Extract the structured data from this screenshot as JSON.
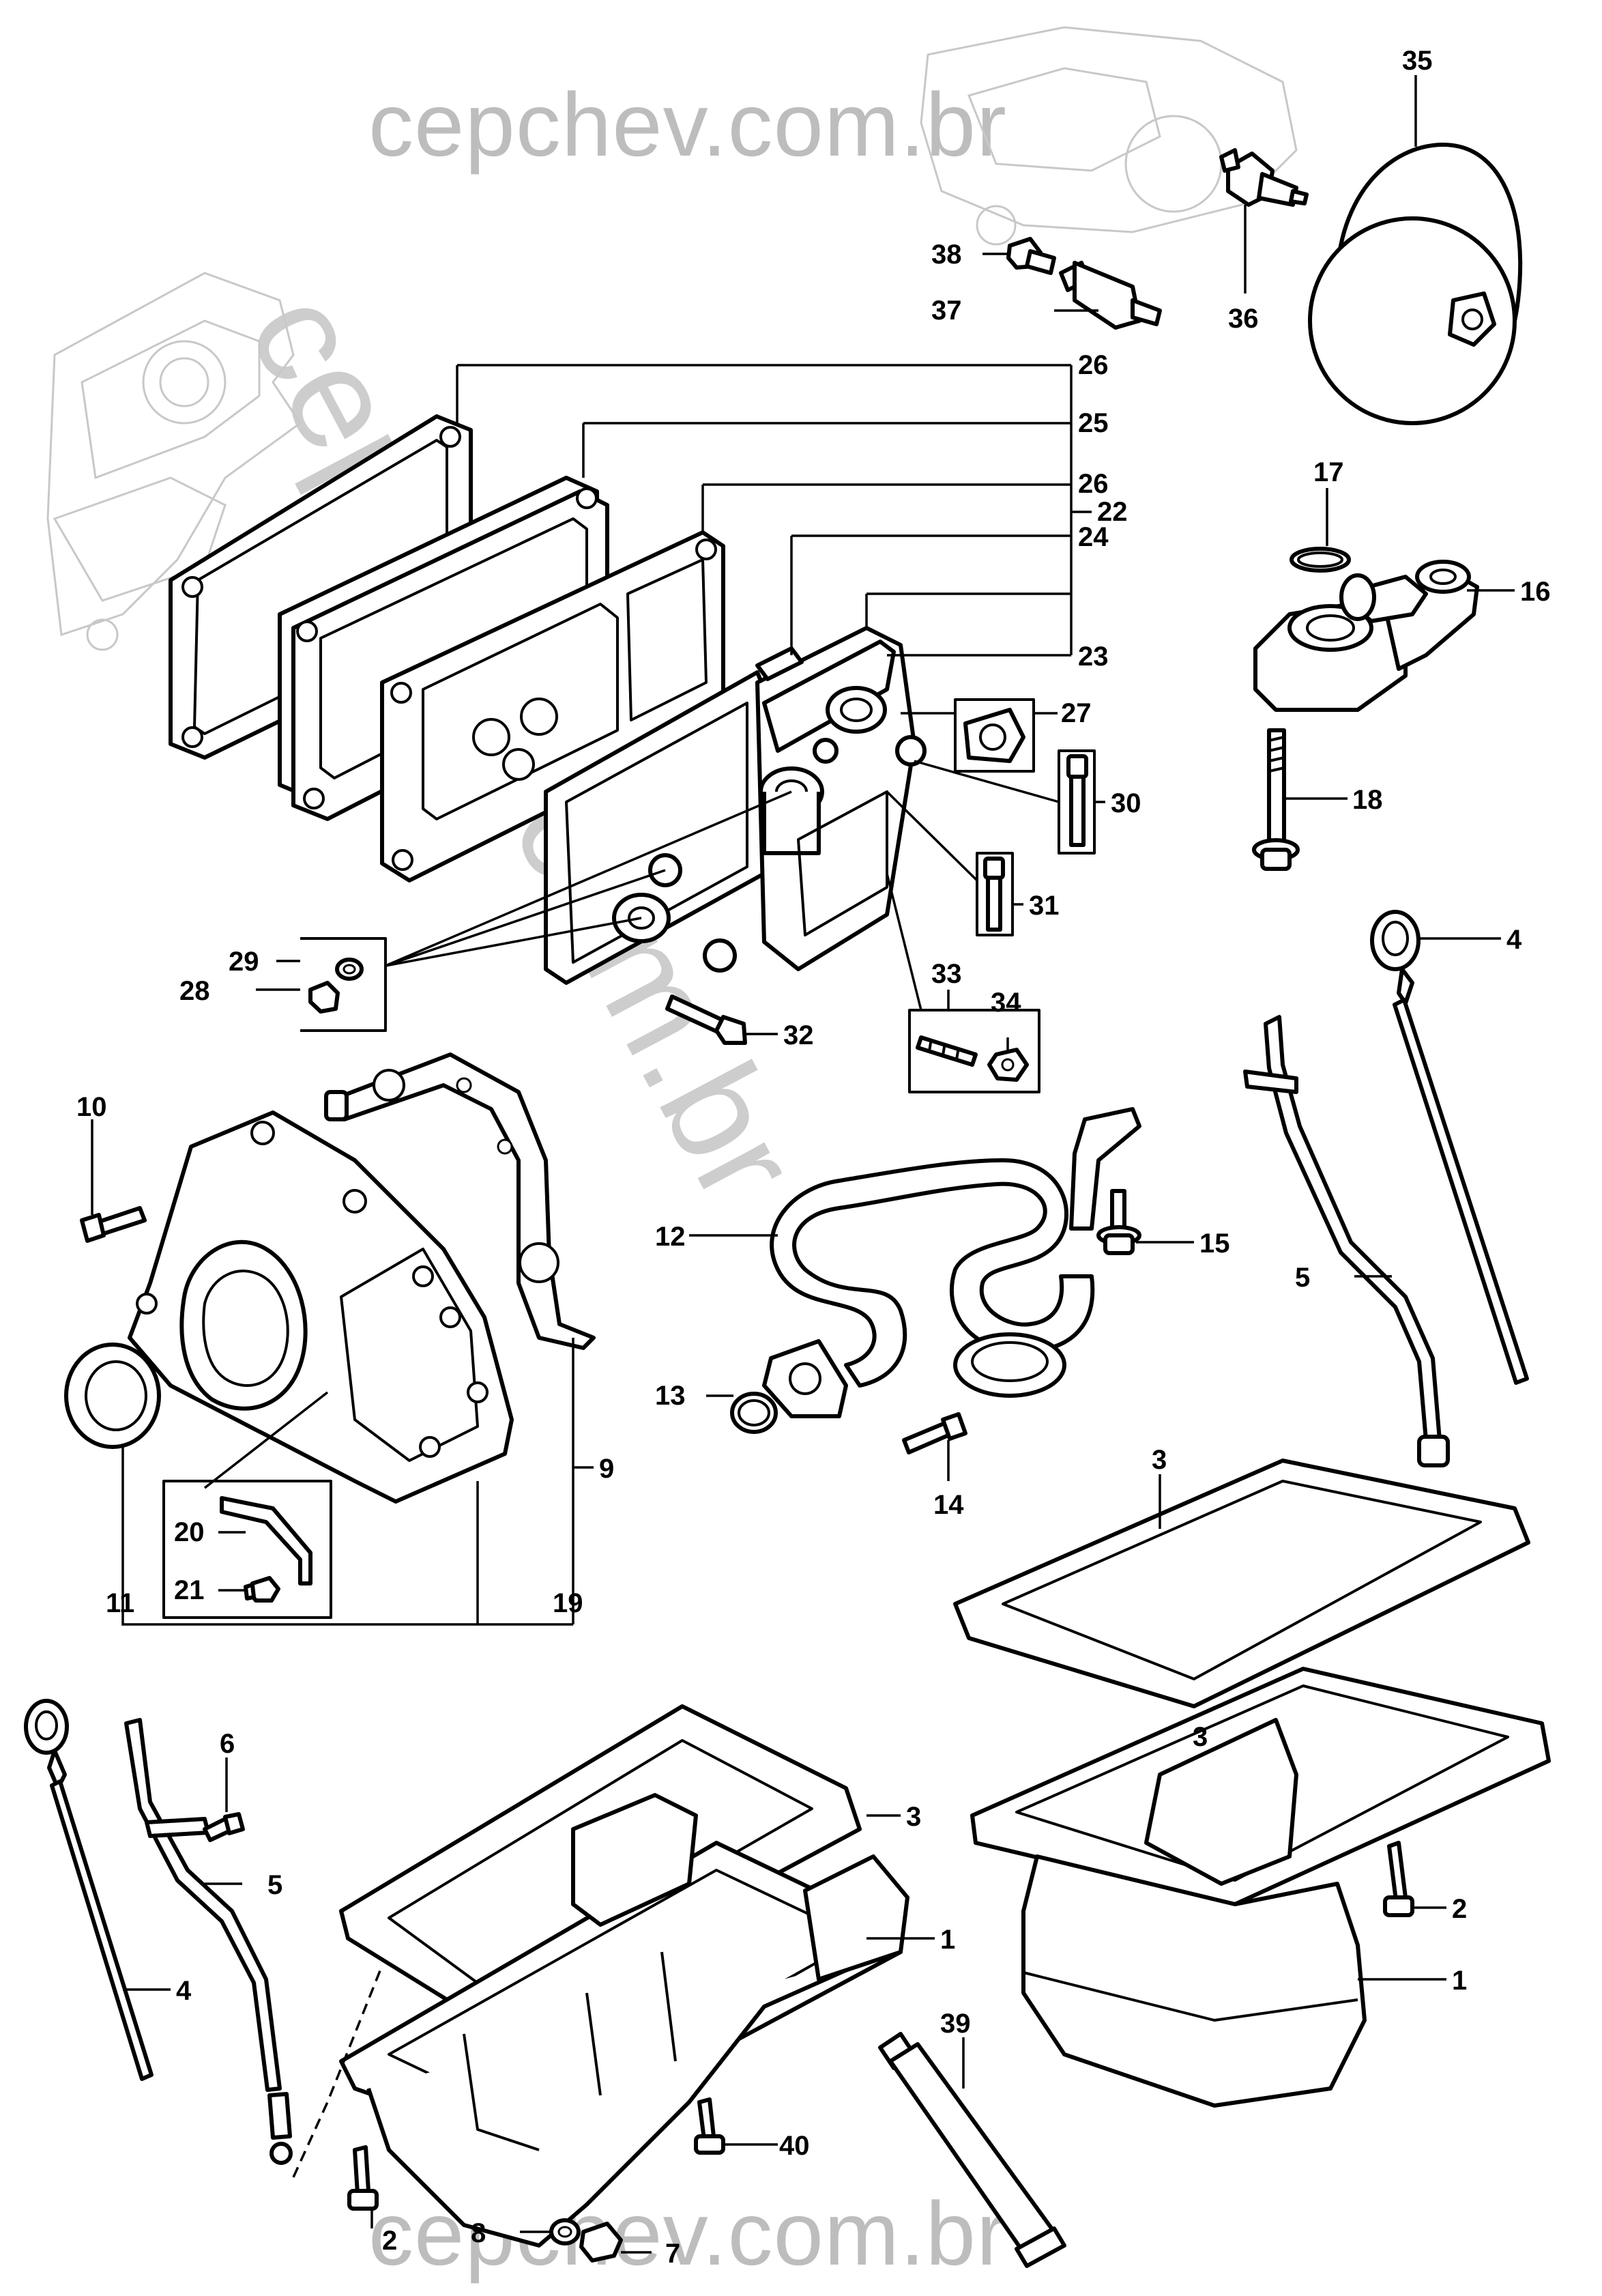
{
  "watermark": {
    "top": "cepchev.com.br",
    "bottom": "cepchev.com.br",
    "diagonal": "cepchev.com.br"
  },
  "callouts": {
    "c1a": "1",
    "c1b": "1",
    "c2a": "2",
    "c2b": "2",
    "c3a": "3",
    "c3b": "3",
    "c3c": "3",
    "c4a": "4",
    "c4b": "4",
    "c5a": "5",
    "c5b": "5",
    "c6": "6",
    "c7": "7",
    "c8": "8",
    "c9": "9",
    "c10": "10",
    "c11": "11",
    "c12": "12",
    "c13": "13",
    "c14": "14",
    "c15": "15",
    "c16": "16",
    "c17": "17",
    "c18": "18",
    "c19": "19",
    "c20": "20",
    "c21": "21",
    "c22": "22",
    "c23": "23",
    "c24": "24",
    "c25": "25",
    "c26a": "26",
    "c26b": "26",
    "c27": "27",
    "c28": "28",
    "c29": "29",
    "c30": "30",
    "c31": "31",
    "c32": "32",
    "c33": "33",
    "c34": "34",
    "c35": "35",
    "c36": "36",
    "c37": "37",
    "c38": "38",
    "c39": "39",
    "c40": "40"
  }
}
